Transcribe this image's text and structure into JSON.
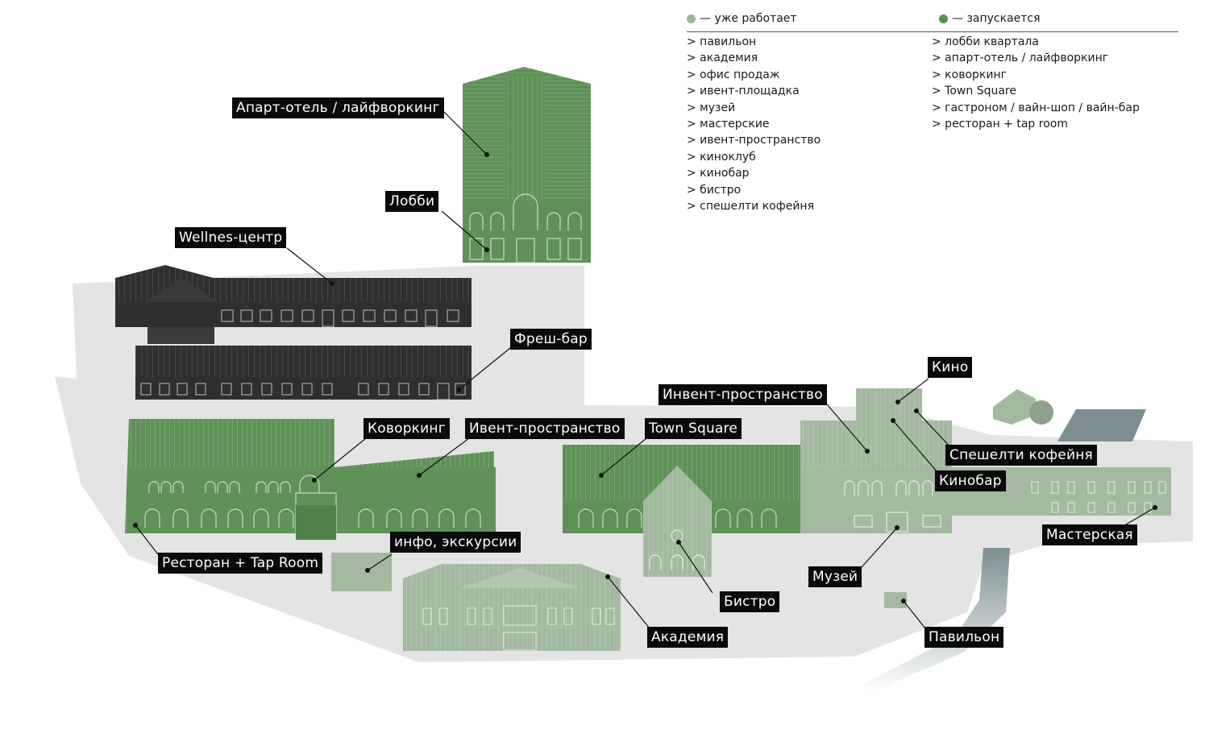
{
  "legend": {
    "working": {
      "label": "— уже работает",
      "color": "#9fb59c"
    },
    "launching": {
      "label": "— запускается",
      "color": "#5b8f55"
    },
    "working_items": [
      "> павильон",
      "> академия",
      "> офис продаж",
      "> ивент-площадка",
      "> музей",
      "> мастерские",
      "> ивент-пространство",
      "> киноклуб",
      "> кинобар",
      "> бистро",
      "> спешелти кофейня"
    ],
    "launching_items": [
      "> лобби квартала",
      "> апарт-отель / лайфворкинг",
      "> коворкинг",
      "> Town Square",
      "> гастроном / вайн-шоп / вайн-бар",
      "> ресторан + tap room"
    ]
  },
  "colors": {
    "ground": "#e4e4e4",
    "launching_building": "#5f9158",
    "working_building": "#a3b9a0",
    "existing_building": "#2f2f2f",
    "water": "#7d8f92",
    "label_bg": "#0a0a0a",
    "label_text": "#ffffff"
  },
  "labels": {
    "apart": "Апарт-отель / лайфворкинг",
    "lobby": "Лобби",
    "wellness": "Wellnes-центр",
    "fresh": "Фреш-бар",
    "kino": "Кино",
    "event_space_east": "Инвент-пространство",
    "coworking": "Коворкинг",
    "event_space": "Ивент-пространство",
    "town_square": "Town Square",
    "coffee": "Спешелти кофейня",
    "kinobar": "Кинобар",
    "info": "инфо, экскурсии",
    "restaurant": "Ресторан + Tap Room",
    "workshop": "Мастерская",
    "museum": "Музей",
    "bistro": "Бистро",
    "academy": "Академия",
    "pavilion": "Павильон"
  }
}
